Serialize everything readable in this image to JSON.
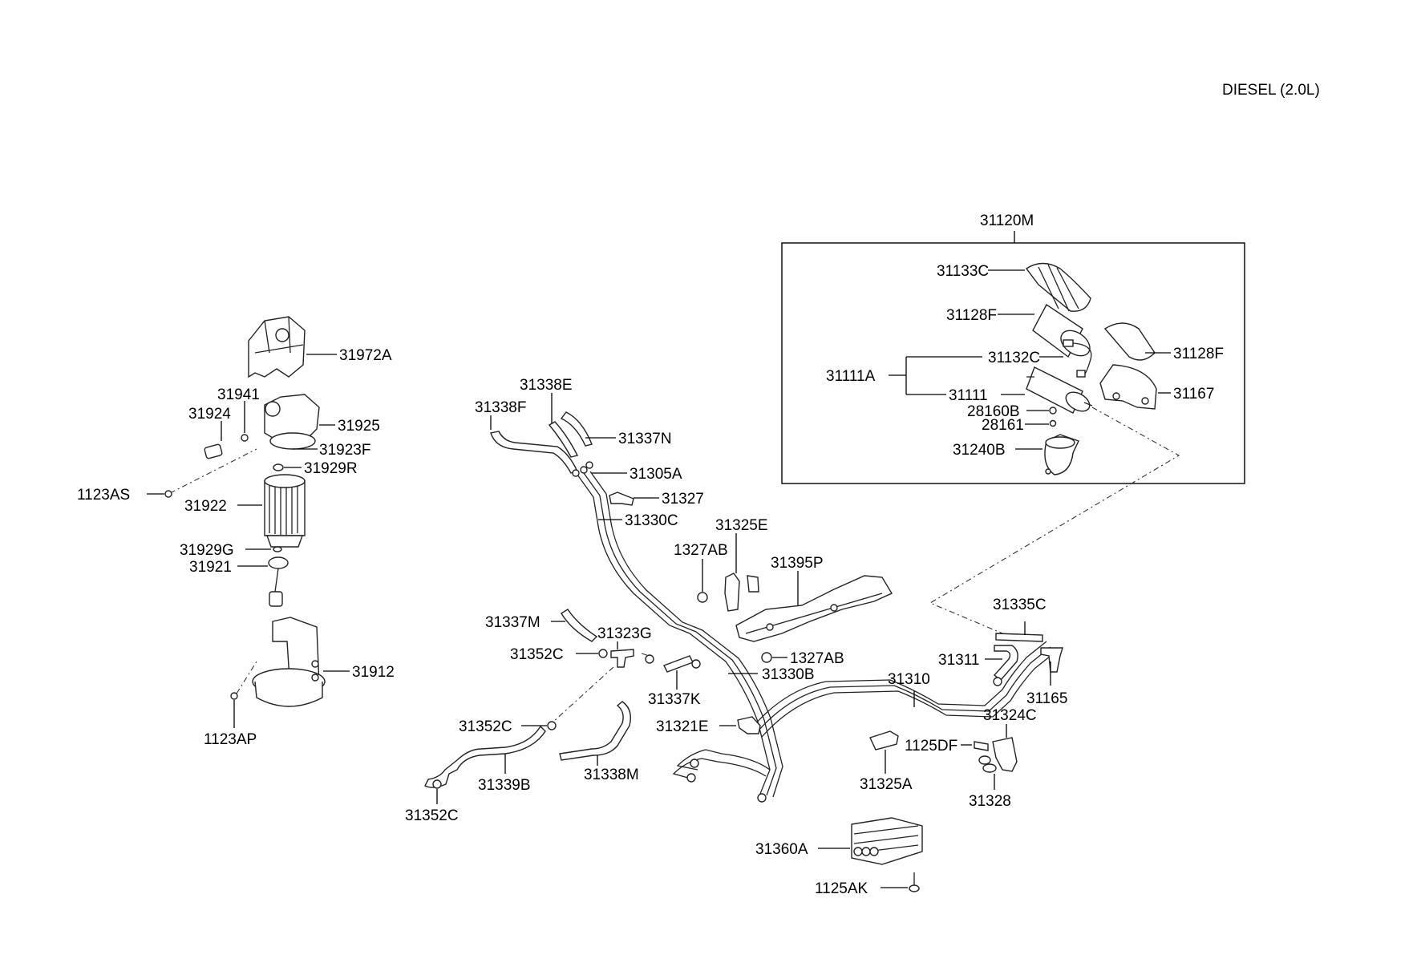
{
  "diagram": {
    "title": "DIESEL (2.0L)",
    "labels": {
      "p31972A": "31972A",
      "p31941": "31941",
      "p31924": "31924",
      "p31925": "31925",
      "p31923F": "31923F",
      "p31929R": "31929R",
      "p1123AS": "1123AS",
      "p31922": "31922",
      "p31929G": "31929G",
      "p31921": "31921",
      "p31912": "31912",
      "p1123AP": "1123AP",
      "p31120M": "31120M",
      "p31133C": "31133C",
      "p31128F_a": "31128F",
      "p31128F_b": "31128F",
      "p31132C": "31132C",
      "p31111A": "31111A",
      "p31111": "31111",
      "p31167": "31167",
      "p28160B": "28160B",
      "p28161": "28161",
      "p31240B": "31240B",
      "p31338E": "31338E",
      "p31338F": "31338F",
      "p31337N": "31337N",
      "p31305A": "31305A",
      "p31327": "31327",
      "p31330C": "31330C",
      "p31325E": "31325E",
      "p1327AB_a": "1327AB",
      "p31395P": "31395P",
      "p31337M": "31337M",
      "p31323G": "31323G",
      "p31352C_a": "31352C",
      "p1327AB_b": "1327AB",
      "p31330B": "31330B",
      "p31337K": "31337K",
      "p31335C": "31335C",
      "p31311": "31311",
      "p31310": "31310",
      "p31165": "31165",
      "p31352C_b": "31352C",
      "p31321E": "31321E",
      "p31324C": "31324C",
      "p1125DF": "1125DF",
      "p31339B": "31339B",
      "p31338M": "31338M",
      "p31325A": "31325A",
      "p31328": "31328",
      "p31352C_c": "31352C",
      "p31360A": "31360A",
      "p1125AK": "1125AK"
    }
  }
}
